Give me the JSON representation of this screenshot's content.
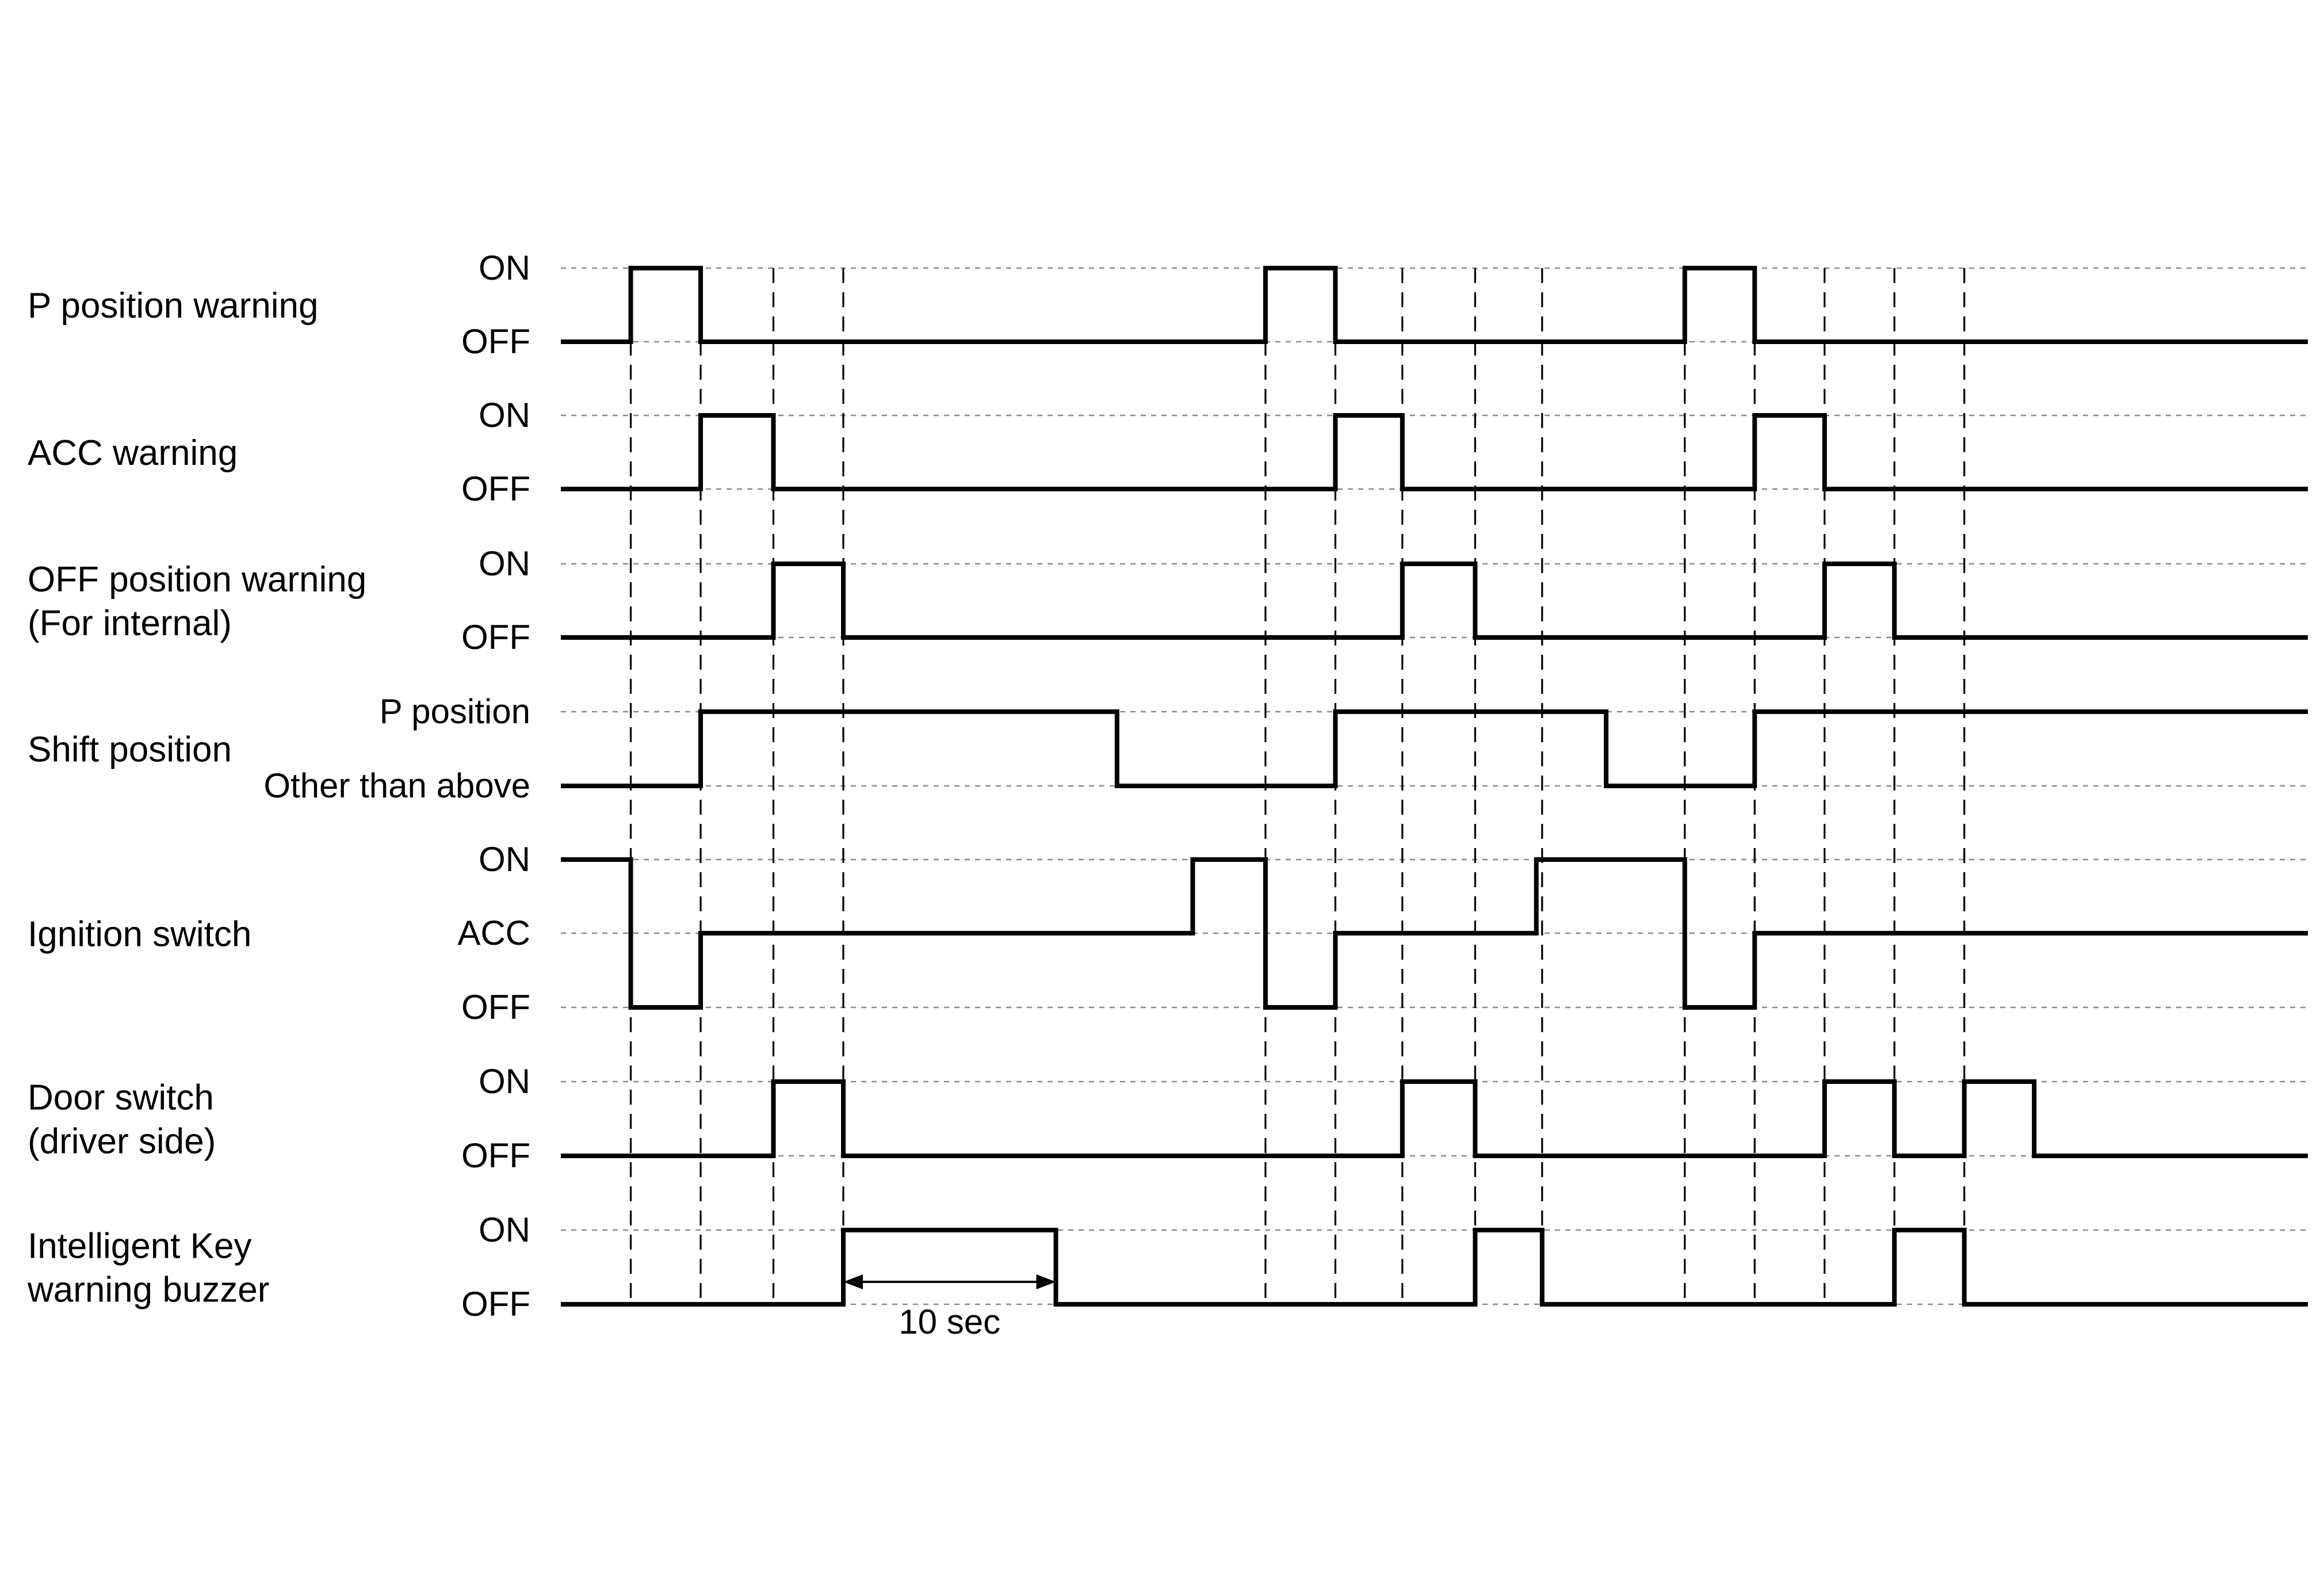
{
  "signals": [
    {
      "id": "p_position_warning",
      "name_lines": [
        "P position warning"
      ],
      "levels": [
        "ON",
        "OFF"
      ],
      "trace": [
        [
          "OFF",
          0
        ],
        [
          "ON",
          2.4
        ],
        [
          "OFF",
          4.8
        ],
        [
          "ON",
          24.2
        ],
        [
          "OFF",
          26.6
        ],
        [
          "ON",
          38.6
        ],
        [
          "OFF",
          41.0
        ]
      ]
    },
    {
      "id": "acc_warning",
      "name_lines": [
        "ACC warning"
      ],
      "levels": [
        "ON",
        "OFF"
      ],
      "trace": [
        [
          "OFF",
          0
        ],
        [
          "ON",
          4.8
        ],
        [
          "OFF",
          7.3
        ],
        [
          "ON",
          26.6
        ],
        [
          "OFF",
          28.9
        ],
        [
          "ON",
          41.0
        ],
        [
          "OFF",
          43.4
        ]
      ]
    },
    {
      "id": "off_position_warning",
      "name_lines": [
        "OFF position warning",
        "(For internal)"
      ],
      "levels": [
        "ON",
        "OFF"
      ],
      "trace": [
        [
          "OFF",
          0
        ],
        [
          "ON",
          7.3
        ],
        [
          "OFF",
          9.7
        ],
        [
          "ON",
          28.9
        ],
        [
          "OFF",
          31.4
        ],
        [
          "ON",
          43.4
        ],
        [
          "OFF",
          45.8
        ]
      ]
    },
    {
      "id": "shift_position",
      "name_lines": [
        "Shift position"
      ],
      "levels": [
        "P position",
        "Other than above"
      ],
      "trace": [
        [
          "Other than above",
          0
        ],
        [
          "P position",
          4.8
        ],
        [
          "Other than above",
          19.1
        ],
        [
          "P position",
          26.6
        ],
        [
          "Other than above",
          35.9
        ],
        [
          "P position",
          41.0
        ]
      ]
    },
    {
      "id": "ignition_switch",
      "name_lines": [
        "Ignition switch"
      ],
      "levels": [
        "ON",
        "ACC",
        "OFF"
      ],
      "trace": [
        [
          "ON",
          0
        ],
        [
          "OFF",
          2.4
        ],
        [
          "ACC",
          4.8
        ],
        [
          "ON",
          21.7
        ],
        [
          "OFF",
          24.2
        ],
        [
          "ACC",
          26.6
        ],
        [
          "ON",
          33.5
        ],
        [
          "OFF",
          38.6
        ],
        [
          "ACC",
          41.0
        ]
      ]
    },
    {
      "id": "door_switch",
      "name_lines": [
        "Door switch",
        "(driver side)"
      ],
      "levels": [
        "ON",
        "OFF"
      ],
      "trace": [
        [
          "OFF",
          0
        ],
        [
          "ON",
          7.3
        ],
        [
          "OFF",
          9.7
        ],
        [
          "ON",
          28.9
        ],
        [
          "OFF",
          31.4
        ],
        [
          "ON",
          43.4
        ],
        [
          "OFF",
          45.8
        ],
        [
          "ON",
          48.2
        ],
        [
          "OFF",
          50.6
        ]
      ]
    },
    {
      "id": "intelligent_key_buzzer",
      "name_lines": [
        "Intelligent Key",
        "warning buzzer"
      ],
      "levels": [
        "ON",
        "OFF"
      ],
      "trace": [
        [
          "OFF",
          0
        ],
        [
          "ON",
          9.7
        ],
        [
          "OFF",
          17.0
        ],
        [
          "ON",
          31.4
        ],
        [
          "OFF",
          33.7
        ],
        [
          "ON",
          45.8
        ],
        [
          "OFF",
          48.2
        ]
      ]
    }
  ],
  "time_end": 60,
  "sync_lines": [
    2.4,
    4.8,
    7.3,
    9.7,
    24.2,
    26.6,
    28.9,
    31.4,
    33.7,
    38.6,
    41.0,
    43.4,
    45.8,
    48.2
  ],
  "duration_annotation": {
    "label": "10 sec",
    "from": 9.7,
    "to": 17.0
  }
}
